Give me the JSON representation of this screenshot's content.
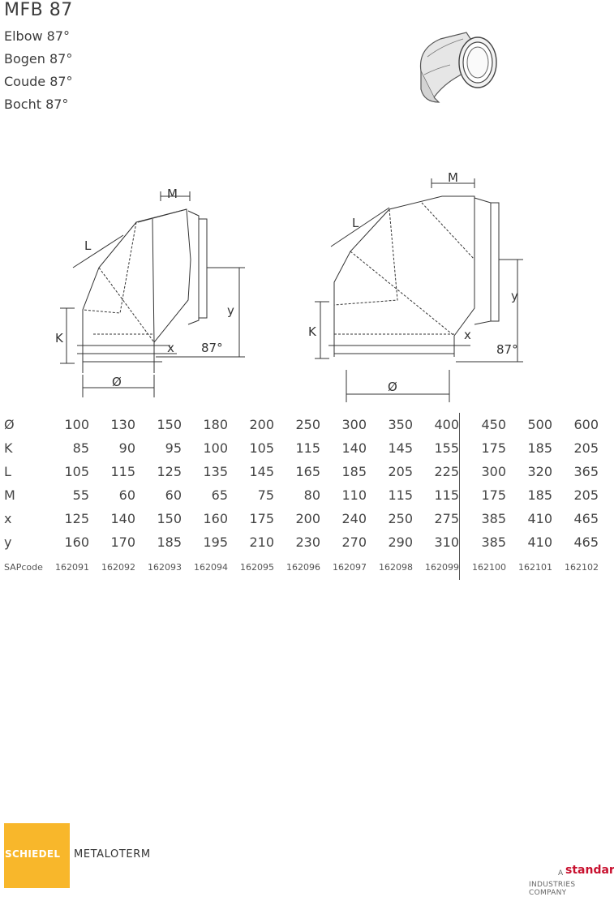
{
  "header": {
    "title": "MFB 87",
    "names": [
      "Elbow 87°",
      "Bogen 87°",
      "Coude 87°",
      "Bocht 87°"
    ]
  },
  "drawing_labels": {
    "m": "M",
    "l": "L",
    "k": "K",
    "y": "y",
    "x": "x",
    "angle": "87°",
    "dia": "Ø"
  },
  "table": {
    "rows": [
      {
        "label": "Ø",
        "values": [
          "100",
          "130",
          "150",
          "180",
          "200",
          "250",
          "300",
          "350",
          "400",
          "450",
          "500",
          "600"
        ]
      },
      {
        "label": "K",
        "values": [
          "85",
          "90",
          "95",
          "100",
          "105",
          "115",
          "140",
          "145",
          "155",
          "175",
          "185",
          "205"
        ]
      },
      {
        "label": "L",
        "values": [
          "105",
          "115",
          "125",
          "135",
          "145",
          "165",
          "185",
          "205",
          "225",
          "300",
          "320",
          "365"
        ]
      },
      {
        "label": "M",
        "values": [
          "55",
          "60",
          "60",
          "65",
          "75",
          "80",
          "110",
          "115",
          "115",
          "175",
          "185",
          "205"
        ]
      },
      {
        "label": "x",
        "values": [
          "125",
          "140",
          "150",
          "160",
          "175",
          "200",
          "240",
          "250",
          "275",
          "385",
          "410",
          "465"
        ]
      },
      {
        "label": "y",
        "values": [
          "160",
          "170",
          "185",
          "195",
          "210",
          "230",
          "270",
          "290",
          "310",
          "385",
          "410",
          "465"
        ]
      }
    ],
    "code_row": {
      "label": "SAPcode",
      "values": [
        "162091",
        "162092",
        "162093",
        "162094",
        "162095",
        "162096",
        "162097",
        "162098",
        "162099",
        "162100",
        "162101",
        "162102"
      ]
    }
  },
  "footer": {
    "brand_bold": "SCHIEDEL",
    "brand_light": "METALOTERM",
    "parent_a": "A",
    "parent_name": "standard",
    "parent_sub": "INDUSTRIES COMPANY",
    "brand_color": "#f8b72b",
    "parent_color": "#c8102e"
  }
}
